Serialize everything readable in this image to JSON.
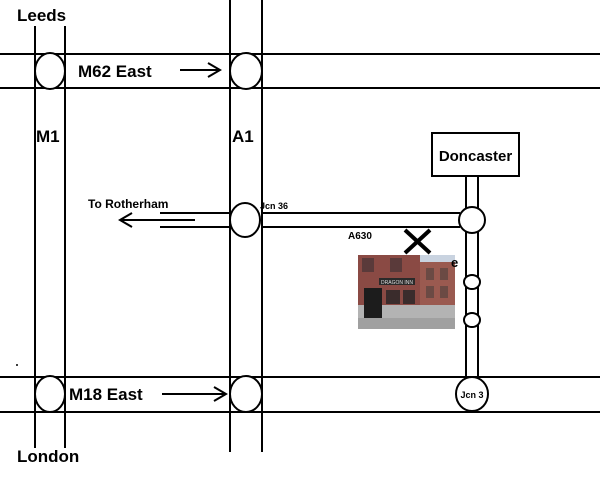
{
  "map": {
    "places": {
      "north": "Leeds",
      "south": "London",
      "destination": "Doncaster"
    },
    "roads": {
      "m62": "M62 East",
      "m1": "M1",
      "a1": "A1",
      "m18": "M18 East",
      "a630": "A630",
      "rotherham": "To Rotherham"
    },
    "junctions": {
      "jcn36": "Jcn 36",
      "jcn3": "Jcn 3"
    },
    "pub_sign": "DRAGON INN",
    "stray_letter": "e"
  },
  "colors": {
    "line": "#000000",
    "background": "#ffffff"
  }
}
